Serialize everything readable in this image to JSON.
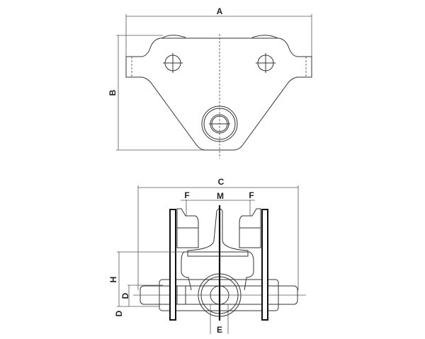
{
  "labels": {
    "A": "A",
    "B": "B",
    "C": "C",
    "F_left": "F",
    "M": "M",
    "F_right": "F",
    "H": "H",
    "D_inner": "D",
    "D_outer": "D",
    "E": "E"
  }
}
